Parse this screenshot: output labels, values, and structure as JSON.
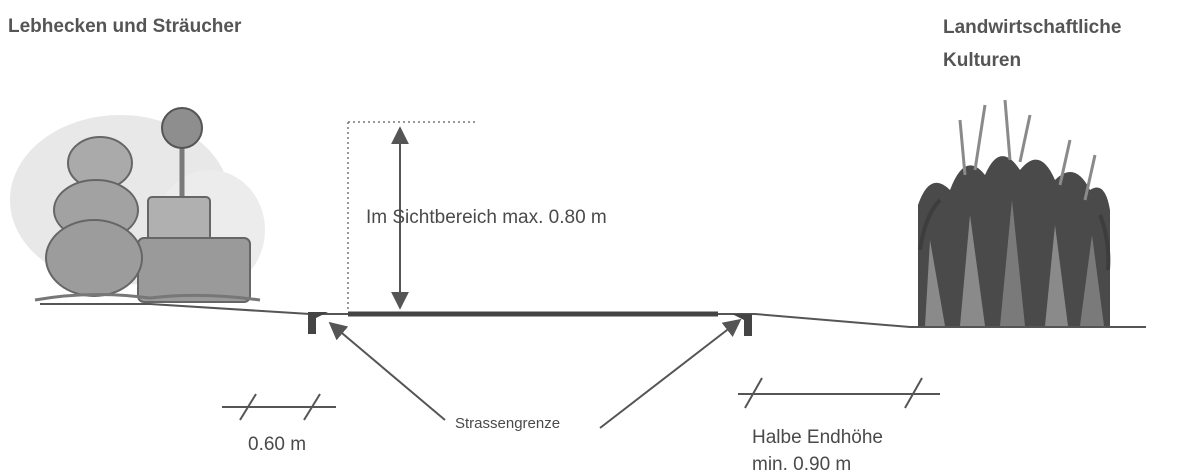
{
  "labels": {
    "left_heading": "Lebhecken und Sträucher",
    "right_heading_line1": "Landwirtschaftliche",
    "right_heading_line2": "Kulturen",
    "visibility": "Im  Sichtbereich max. 0.80 m",
    "road_boundary": "Strassengrenze",
    "left_distance": "0.60 m",
    "right_distance_line1": "Halbe Endhöhe",
    "right_distance_line2": "min. 0.90 m"
  },
  "colors": {
    "line": "#5a5a5a",
    "foliage": "#9c9c9c",
    "foliage_dark": "#6e6e6e",
    "corn": "#3d3d3d",
    "corn_light": "#8a8a8a"
  },
  "icons": {
    "hedge": "hedge-shrubs-illustration",
    "crops": "corn-field-illustration",
    "markers": "boundary-marker-icon"
  }
}
